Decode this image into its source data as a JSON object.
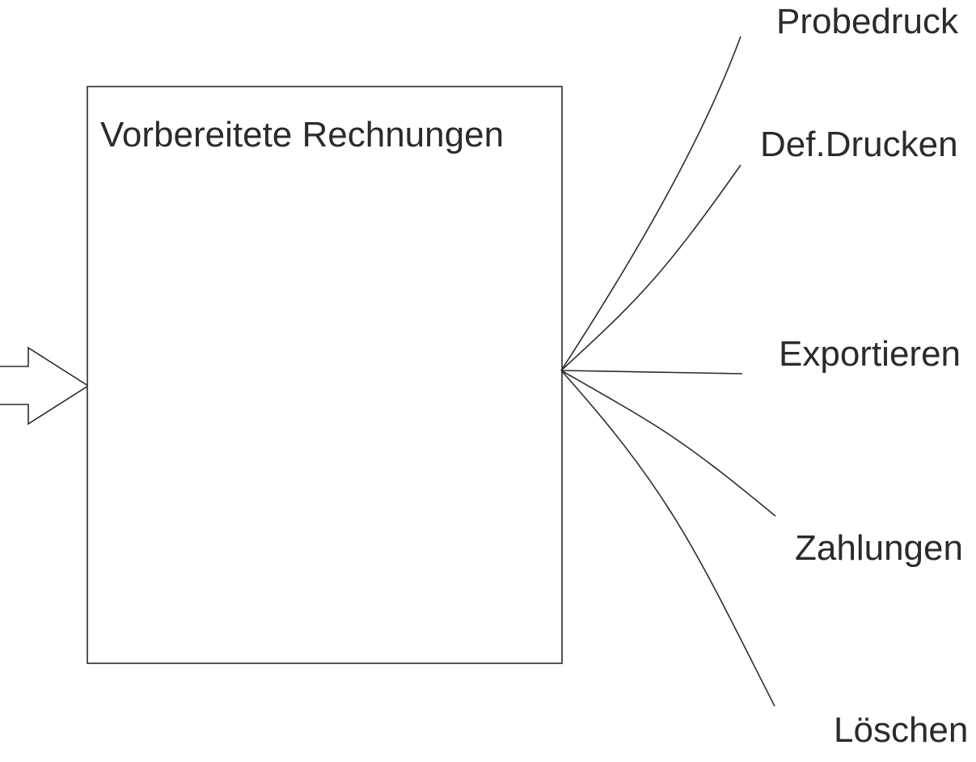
{
  "box": {
    "title": "Vorbereitete Rechnungen"
  },
  "outputs": [
    {
      "label": "Probedruck"
    },
    {
      "label": "Def.Drucken"
    },
    {
      "label": "Exportieren"
    },
    {
      "label": "Zahlungen"
    },
    {
      "label": "Löschen"
    }
  ],
  "colors": {
    "stroke": "#2b2b2b",
    "background": "#ffffff"
  }
}
